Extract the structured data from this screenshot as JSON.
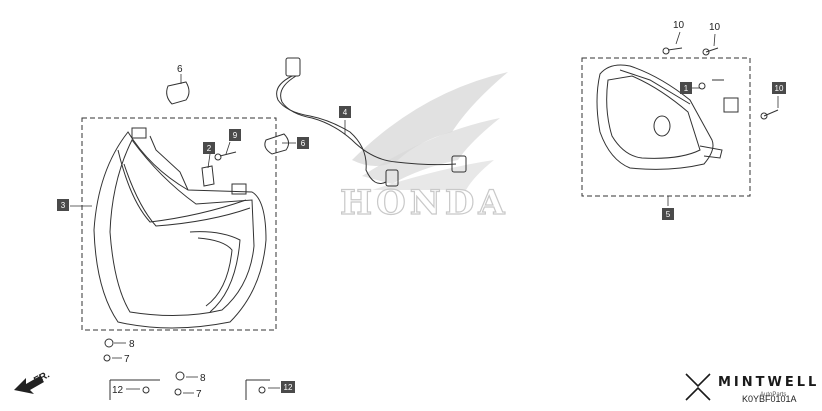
{
  "callouts": {
    "c1": "1",
    "c2": "2",
    "c3": "3",
    "c4": "4",
    "c5": "5",
    "c6a": "6",
    "c6b": "6",
    "c7a": "7",
    "c7b": "7",
    "c8a": "8",
    "c8b": "8",
    "c9": "9",
    "c10a": "10",
    "c10b": "10",
    "c10c": "10",
    "c12a": "12",
    "c12b": "12"
  },
  "brand": {
    "name": "MINTWELL",
    "watermark": "HONDA"
  },
  "watermark_small": "AutoParts",
  "diagram_code": "K0YBF0101A",
  "direction_label": "FR.",
  "colors": {
    "callout_box": "#4a4a4a",
    "line": "#333333",
    "watermark": "#c9c9c9"
  }
}
